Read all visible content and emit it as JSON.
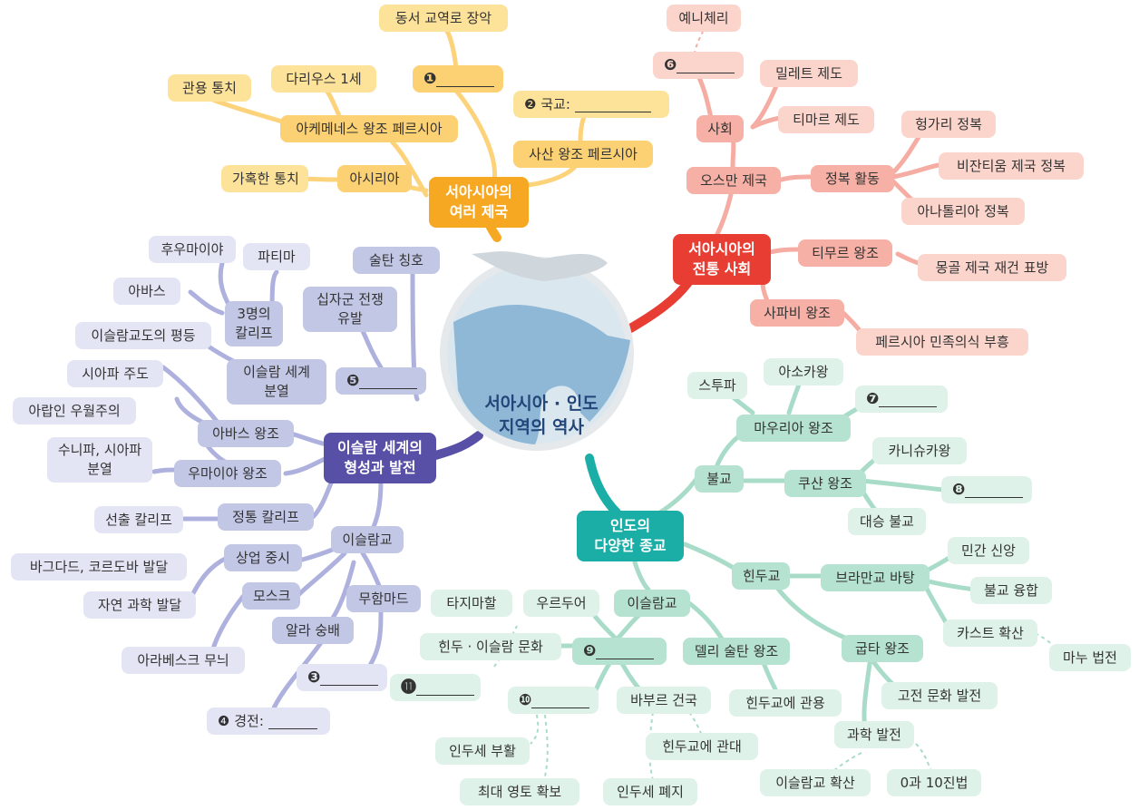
{
  "center": {
    "line1": "서아시아 · 인도",
    "line2": "지역의 역사"
  },
  "hubs": {
    "empires": {
      "line1": "서아시아의",
      "line2": "여러 제국"
    },
    "traditional": {
      "line1": "서아시아의",
      "line2": "전통 사회"
    },
    "india": {
      "line1": "인도의",
      "line2": "다양한 종교"
    },
    "islam": {
      "line1": "이슬람 세계의",
      "line2": "형성과 발전"
    }
  },
  "empires": {
    "trade": "동서 교역로 장악",
    "q1": "❶",
    "tolerance": "관용 통치",
    "darius": "다리우스 1세",
    "q2": "❷ 국교:",
    "achaemenid": "아케메네스 왕조 페르시아",
    "sassanid": "사산 왕조 페르시아",
    "harsh": "가혹한 통치",
    "assyria": "아시리아"
  },
  "traditional": {
    "janissary": "예니체리",
    "q6": "❻",
    "millet": "밀레트 제도",
    "society": "사회",
    "timar": "티마르 제도",
    "hungary": "헝가리 정복",
    "conquest": "정복 활동",
    "byzantine": "비잔티움 제국 정복",
    "ottoman": "오스만 제국",
    "anatolia": "아나톨리아 정복",
    "timur": "티무르 왕조",
    "mongol": "몽골 제국 재건 표방",
    "safavid": "사파비 왕조",
    "persia": "페르시아 민족의식 부흥"
  },
  "india": {
    "ashoka": "아소카왕",
    "stupa": "스투파",
    "q7": "❼",
    "maurya": "마우리아 왕조",
    "kanishka": "카니슈카왕",
    "buddhism": "불교",
    "kushan": "쿠샨 왕조",
    "q8": "❽",
    "mahayana": "대승 불교",
    "folk": "민간 신앙",
    "hinduism": "힌두교",
    "brahman": "브라만교 바탕",
    "fusion": "불교 융합",
    "caste": "카스트 확산",
    "manu": "마누 법전",
    "islam": "이슬람교",
    "gupta": "굽타 왕조",
    "classic": "고전 문화 발전",
    "science": "과학 발전",
    "decimal": "0과 10진법",
    "tajmahal": "타지마할",
    "urdu": "우르두어",
    "hindu_islam": "힌두 · 이슬람 문화",
    "q9": "❾",
    "delhi": "델리 술탄 왕조",
    "q11": "⓫",
    "q10": "❿",
    "babur": "바부르 건국",
    "hindu_tolerance": "힌두교에 관용",
    "jizya_revive": "인두세 부활",
    "hindu_lenient": "힌두교에 관대",
    "islam_spread": "이슬람교 확산",
    "territory": "최대 영토 확보",
    "jizya_abolish": "인두세 폐지"
  },
  "islam": {
    "humayun": "후우마이야",
    "fatimid": "파티마",
    "sultan": "술탄 칭호",
    "abbasid_small": "아바스",
    "three_caliphs": "3명의 칼리프",
    "crusade": "십자군 전쟁 유발",
    "equality": "이슬람교도의 평등",
    "split": "이슬람 세계 분열",
    "q5": "❺",
    "shia_lead": "시아파 주도",
    "abbasid": "아바스 왕조",
    "arab": "아랍인 우월주의",
    "sunni_shia": "수니파, 시아파 분열",
    "umayyad": "우마이야 왕조",
    "elected": "선출 칼리프",
    "orthodox": "정통 칼리프",
    "islamism": "이슬람교",
    "commerce": "상업 중시",
    "baghdad": "바그다드, 코르도바 발달",
    "mosque": "모스크",
    "muhammad": "무함마드",
    "natural": "자연 과학 발달",
    "allah": "알라 숭배",
    "arabesque": "아라베스크 무늬",
    "q3": "❸",
    "q4": "❹ 경전:"
  },
  "colors": {
    "orange": "#f7a823",
    "red": "#e73d33",
    "teal": "#1aaea6",
    "purple": "#5750a6"
  }
}
